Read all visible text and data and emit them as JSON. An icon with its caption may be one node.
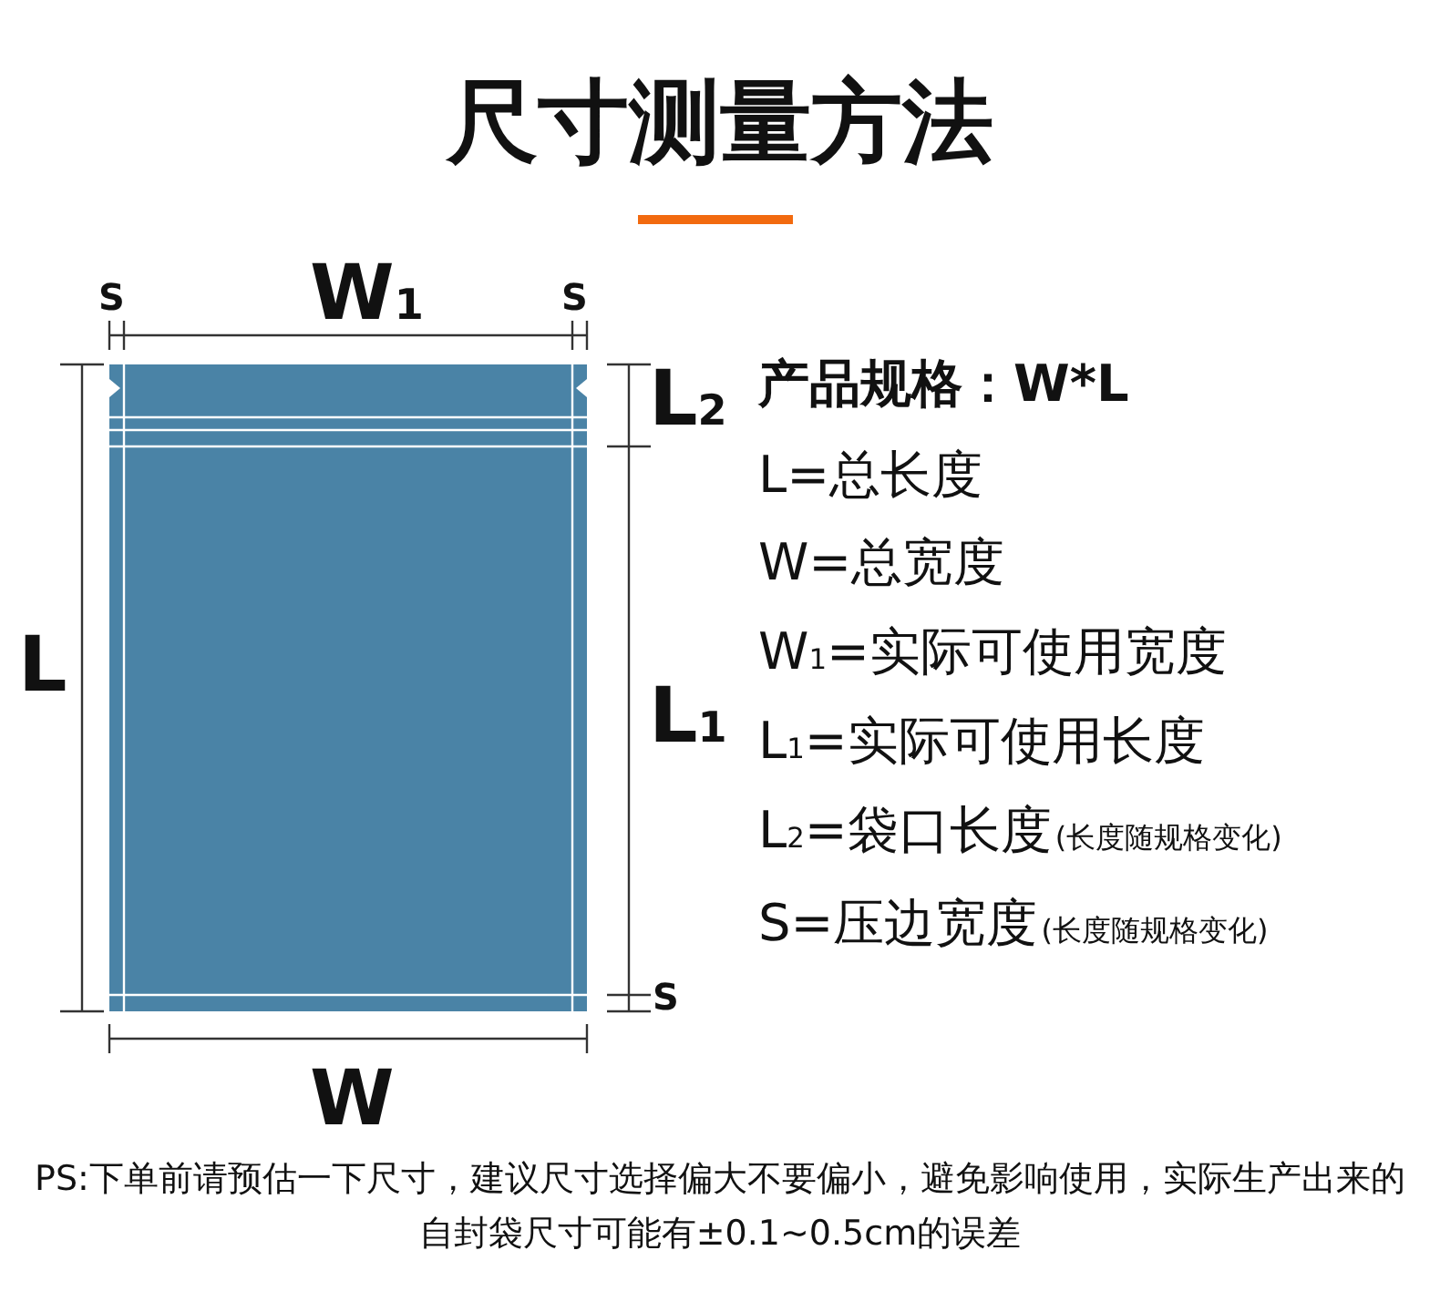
{
  "diagram": {
    "title": "尺寸测量方法",
    "labels": [
      "S",
      "W$_{1}$",
      "S",
      "L$_{2}$",
      "L",
      "L$_{1}$",
      "S",
      "W",
      "产品规格：W*L",
      "L=总长度",
      "W=总宽度",
      "W$_{1}$=实际可使用宽度",
      "L$_{1}$=实际可使用长度",
      "L$_{2}$=袋口长度",
      "(长度随规格变化)",
      "S=压边宽度",
      "(长度随规格变化)"
    ],
    "caption": "PS:下单前请预估一下尺寸，建议尺寸选择偏大不要偏小，避免影响使用，实际生产出来的自封袋尺寸可能有±0.1~0.5cm的误差"
  }
}
